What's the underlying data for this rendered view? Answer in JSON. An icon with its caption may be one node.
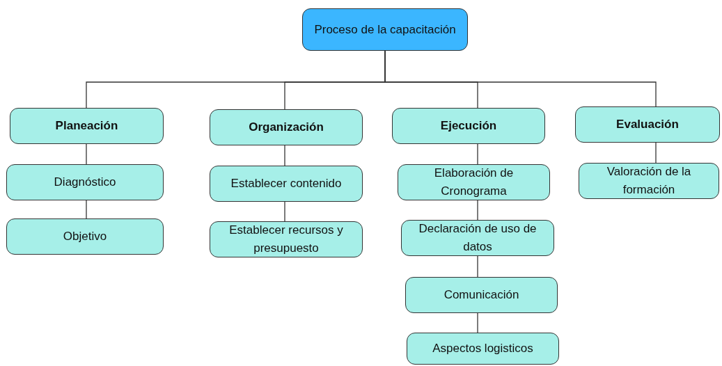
{
  "diagram": {
    "nodes": [
      {
        "text": [
          "Proceso de la capacitación"
        ]
      },
      {
        "text": [
          "Planeación"
        ]
      },
      {
        "text": [
          "Diagnóstico"
        ]
      },
      {
        "text": [
          "Objetivo"
        ]
      },
      {
        "text": [
          "Organización"
        ]
      },
      {
        "text": [
          "Establecer contenido"
        ]
      },
      {
        "text": [
          "Establecer recursos y presupuesto"
        ]
      },
      {
        "text": [
          "Ejecución"
        ]
      },
      {
        "text": [
          "Elaboración de Cronograma"
        ]
      },
      {
        "text": [
          "Declaración de uso de datos"
        ]
      },
      {
        "text": [
          "Comunicación"
        ]
      },
      {
        "text": [
          "Aspectos logisticos"
        ]
      },
      {
        "text": [
          "Evaluación"
        ]
      },
      {
        "text": [
          "Valoración de la formación"
        ]
      }
    ],
    "edges": [
      {
        "from": 0,
        "to": 1,
        "arrow": "none"
      },
      {
        "from": 0,
        "to": 4,
        "arrow": "none"
      },
      {
        "from": 0,
        "to": 7,
        "arrow": "none"
      },
      {
        "from": 0,
        "to": 12,
        "arrow": "none"
      },
      {
        "from": 1,
        "to": 2,
        "arrow": "none"
      },
      {
        "from": 2,
        "to": 3,
        "arrow": "none"
      },
      {
        "from": 4,
        "to": 5,
        "arrow": "none"
      },
      {
        "from": 5,
        "to": 6,
        "arrow": "none"
      },
      {
        "from": 7,
        "to": 8,
        "arrow": "none"
      },
      {
        "from": 8,
        "to": 9,
        "arrow": "none"
      },
      {
        "from": 9,
        "to": 10,
        "arrow": "none"
      },
      {
        "from": 10,
        "to": 11,
        "arrow": "none"
      },
      {
        "from": 12,
        "to": 13,
        "arrow": "none"
      }
    ]
  }
}
